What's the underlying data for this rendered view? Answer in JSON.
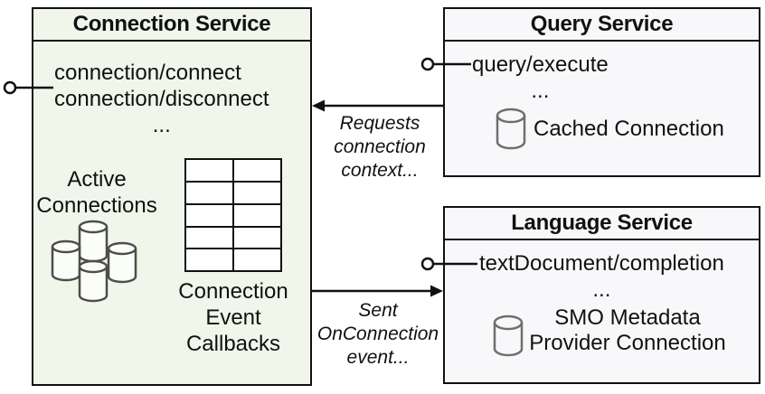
{
  "colors": {
    "background": "#ffffff",
    "line": "#111111",
    "text": "#111111",
    "connection_fill": "#f1f6ea",
    "service_fill": "#f8f8fa",
    "cluster_stroke": "#4d4d4d",
    "cluster_fill": "#fbfdf7",
    "db_stroke": "#6f6f6f"
  },
  "icons": {
    "active_connections": "database-cluster-icon",
    "callback_table": "table-grid-icon",
    "cached_connection": "database-icon",
    "smo_provider": "database-icon",
    "interface_connector": "lollipop-interface-icon"
  },
  "connection_service": {
    "title": "Connection Service",
    "method_1": "connection/connect",
    "method_2": "connection/disconnect",
    "ellipsis": "...",
    "active_label": [
      "Active",
      "Connections"
    ],
    "callbacks_label": [
      "Connection",
      "Event",
      "Callbacks"
    ]
  },
  "query_service": {
    "title": "Query Service",
    "method": "query/execute",
    "ellipsis": "...",
    "cached_label": "Cached Connection"
  },
  "language_service": {
    "title": "Language Service",
    "method": "textDocument/completion",
    "ellipsis": "...",
    "provider_label": [
      "SMO Metadata",
      "Provider Connection"
    ]
  },
  "arrows": {
    "request_context": {
      "direction": "query-service-to-connection-service",
      "label": [
        "Requests",
        "connection",
        "context..."
      ]
    },
    "on_connection": {
      "direction": "connection-service-to-language-service",
      "label": [
        "Sent",
        "OnConnection",
        "event..."
      ]
    }
  }
}
